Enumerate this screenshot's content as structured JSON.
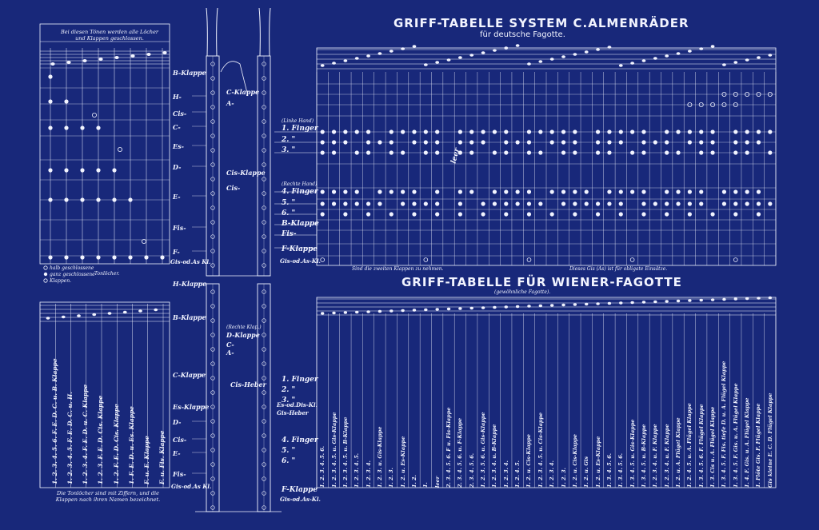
{
  "upper": {
    "title": "GRIFF-TABELLE SYSTEM C.ALMENRÄDER",
    "subtitle": "für deutsche Fagotte.",
    "closed_note_line1": "Bei diesen Tönen werden alle Löcher",
    "closed_note_line2": "und Klappen geschlossen.",
    "legend": [
      "halb geschlossene",
      "ganz geschlossene",
      "Klappen."
    ],
    "legend_bracket": "Tonlöcher.",
    "footnote_left": "Sind die zweiten Klappen zu nehmen.",
    "footnote_right": "Dieses Gis (As) ist für obligate Einsätze.",
    "left_labels": [
      "B-Klappe",
      "H-",
      "Cis-",
      "C-",
      "Es-",
      "D-",
      "E-",
      "Fis-",
      "F-",
      "Gis-od.As Kl."
    ],
    "right_labels": [
      "C-Klappe",
      "A-",
      "Cis-Klappe",
      "Cis-"
    ],
    "hand_left": "(Linke Hand)",
    "hand_right": "(Rechte Hand)",
    "fingers_upper": [
      "1. Finger",
      "2.  \"",
      "3.  \"",
      "4. Finger",
      "5.  \"",
      "6.  \"",
      "B-Klappe",
      "Fis-",
      "F-Klappe",
      "Gis-od.As-Kl."
    ],
    "leer": "leer"
  },
  "lower": {
    "title": "GRIFF-TABELLE FÜR WIENER-FAGOTTE",
    "subtitle": "(gewöhnliche Fagotte).",
    "left_labels": [
      "H-Klappe",
      "B-Klappe",
      "C-Klappe",
      "Es-Klappe",
      "D-",
      "Cis-",
      "E-",
      "Fis-",
      "Gis-od.As Kl."
    ],
    "right_labels": [
      "(Rechte Klap.)",
      "D-Klappe",
      "C-",
      "A-",
      "Cis-Heber",
      "Es-od.Dis-Kl.",
      "Gis-Heber"
    ],
    "fingers_lower": [
      "1. Finger",
      "2.  \"",
      "3.  \"",
      "4. Finger",
      "5.  \"",
      "6.  \"",
      "F-Klappe",
      "Gis-od.As-Kl."
    ],
    "bottom_note_line1": "Die Tonlöcher sind mit Ziffern, und die",
    "bottom_note_line2": "Klappen nach ihren Namen bezeichnet.",
    "left_columns": [
      "1. 2. 3. 4. 5. 6.  F. E. D. C. u. B. Klappe",
      "1. 2. 3. 4. 5.  F. E. D. C. u. H.",
      "1. 2. 3. 4.  F. E. D. u. C. Klappe",
      "1. 2. 3.  F. E. D. Cis. Klappe",
      "1. 2.  F. E. D. Cis. Klappe",
      "1.  F. E. D. u. Es. Klappe",
      "F. u. E. Klappe",
      "F. u. Fis. Klappe"
    ],
    "right_columns": [
      "1. 2. 3. 4. 5. 6.",
      "1. 2. 3. 4. 5. u. Gis-Klappe",
      "1. 2. 3. 4. 5. u. B-Klappe",
      "1. 2. 3. 4. 5.",
      "1. 2. 3. 4.",
      "1. 2. 3. u. Gis-Klappe",
      "1. 2. 3.",
      "1. 2. u. Es-Klappe",
      "1. 2.",
      "1.",
      "leer",
      "2. 3. 4. 5. 6. F u. Fis-Klappe",
      "2. 3. 4. 5. 6. u. F-Klappe",
      "2. 3. 4. 5. 6.",
      "1. 2. 3. 5. 6. u. Gis-Klappe",
      "1. 2. 3. 4. u. B-Klappe",
      "1. 2. 3. 4.",
      "1. 2. 4. 5.",
      "1. 2. u. Cis-Klappe",
      "1. 2. 3. 4. 5. u. Cis-Klappe",
      "1. 2. 3. 4.",
      "1. 2. 3.",
      "1. 2. u. Cis-Klappe",
      "1. 2. u. Gis",
      "1. 2. u. Es-Klappe",
      "1. 3. 4. 5. 6.",
      "1. 3. 4. 5. 6.",
      "1. 3. 4. 5. u. Gis-Klappe",
      "1. 3. 4. 5. u. B-Klappe",
      "1. 2. 3. 4. u. F. Klappe",
      "1. 2. 3. 4. u. F. Klappe",
      "1. 2. u. A. Flügel Klappe",
      "1. 2. 4. 5. u. A. Flügel Klappe",
      "1. 3. 4. 5. 6. F. Flügel Klappe",
      "1. 3. Cis u. A. Flügel Klappe",
      "1. 3. 4. 5. F. Fis. tiefe D. u. A. Flügel Klappe",
      "1. 3. 4. 5. F. Gis. u. A. Flügel Klappe",
      "1. 4. F. Gis. u. A. Flügel Klappe",
      "1. Flöte Gis. F. Flügel Klappe",
      "Gis kleine E. C. D. Flügel Klappe"
    ]
  },
  "colors": {
    "background": "#18287a",
    "ink": "#f2f4ff"
  }
}
